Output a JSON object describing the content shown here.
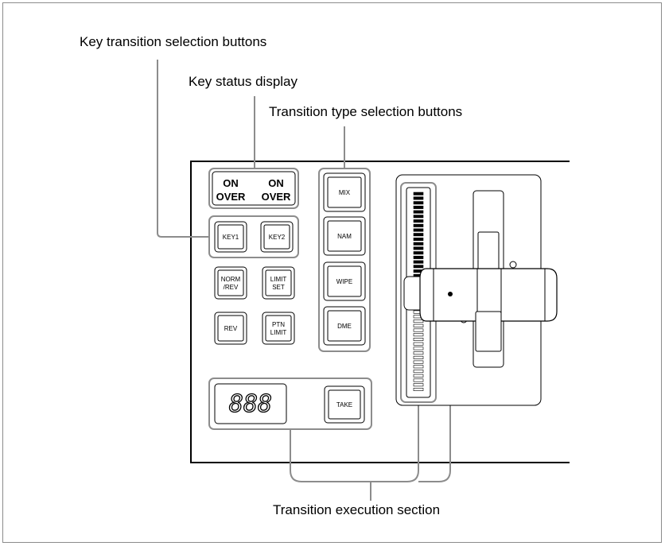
{
  "callouts": {
    "key_transition": "Key transition selection buttons",
    "key_status": "Key status display",
    "transition_type": "Transition type selection buttons",
    "execution": "Transition execution section"
  },
  "key_status": {
    "key1_line1": "ON",
    "key1_line2": "OVER",
    "key2_line1": "ON",
    "key2_line2": "OVER"
  },
  "key_buttons": {
    "key1": "KEY1",
    "key2": "KEY2"
  },
  "mode_buttons": {
    "norm_rev_1": "NORM",
    "norm_rev_2": "/REV",
    "limit_set_1": "LIMIT",
    "limit_set_2": "SET",
    "rev": "REV",
    "ptn_limit_1": "PTN",
    "ptn_limit_2": "LIMIT"
  },
  "transition_types": {
    "mix": "MIX",
    "nam": "NAM",
    "wipe": "WIPE",
    "dme": "DME"
  },
  "execution": {
    "display": "888",
    "take": "TAKE"
  }
}
